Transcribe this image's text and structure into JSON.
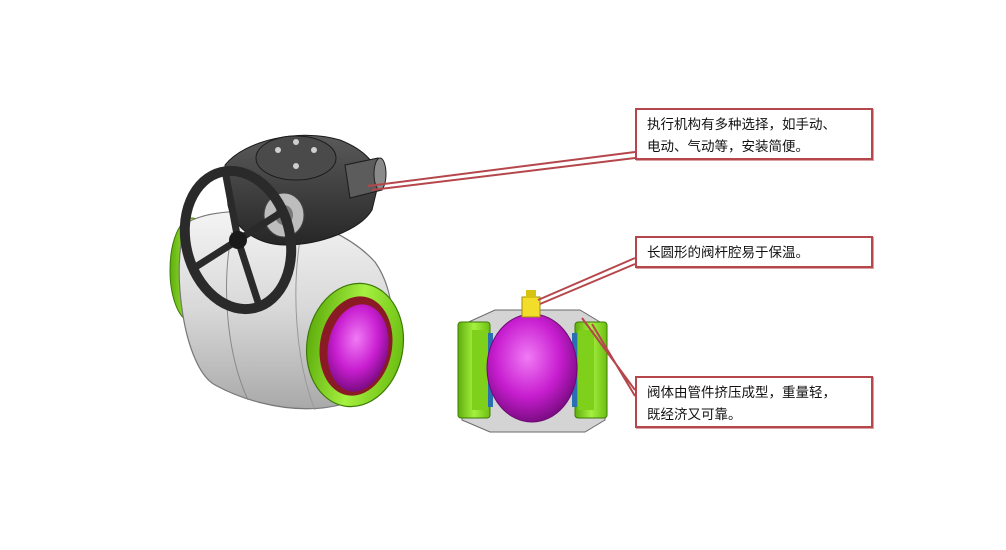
{
  "callouts": {
    "actuator": {
      "line1": "执行机构有多种选择，如手动、",
      "line2": "电动、气动等，安装简便。"
    },
    "stem": {
      "line1": "长圆形的阀杆腔易于保温。"
    },
    "body": {
      "line1": "阀体由管件挤压成型，重量轻，",
      "line2": "既经济又可靠。"
    }
  },
  "colors": {
    "callout_border": "#b5464b",
    "leader_line": "#b5464b",
    "end_ring": "#8ee61a",
    "ball": "#c81ed0",
    "body_gray": "#cfcfcf",
    "stem": "#f2dd2a",
    "gearbox": "#3a3a3a"
  }
}
